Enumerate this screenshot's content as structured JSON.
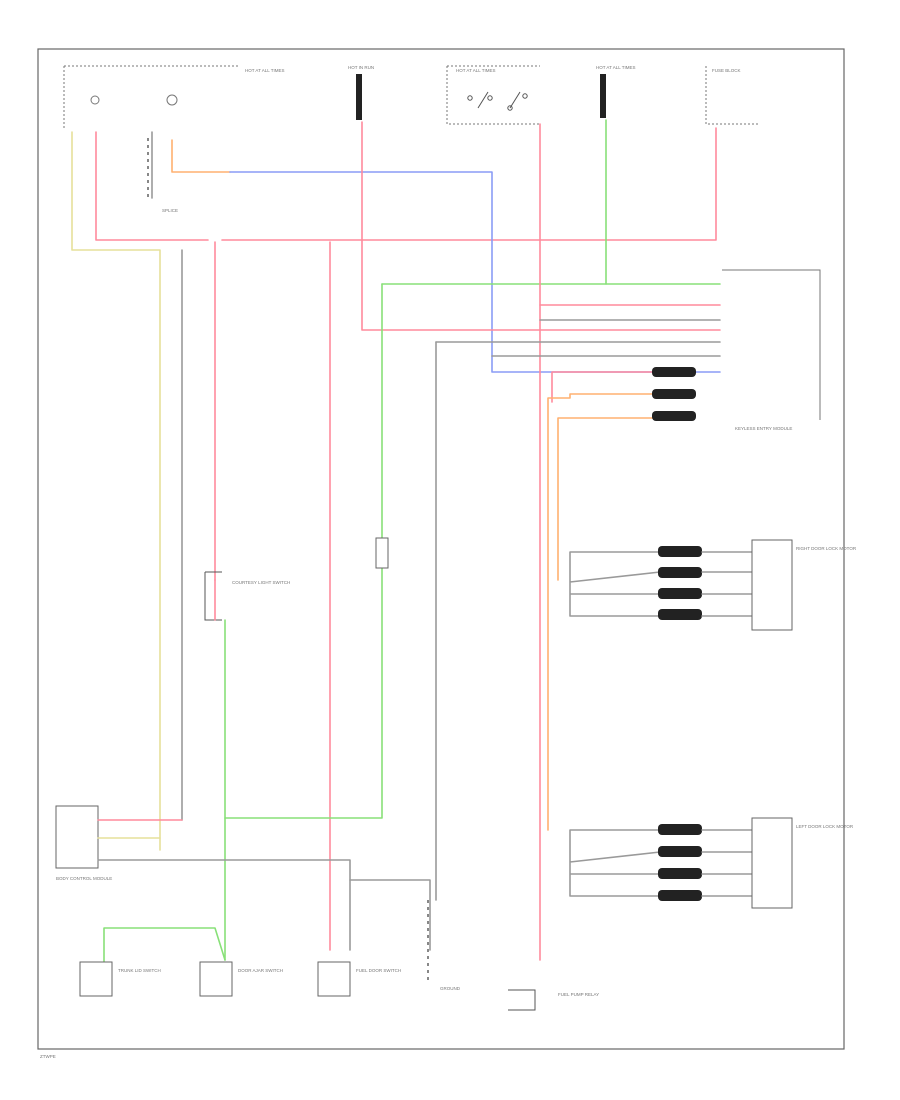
{
  "diagram": {
    "corner_label": "ZTWPE",
    "top_components": [
      {
        "id": "hot-at-all-times-left",
        "label": "HOT AT ALL TIMES"
      },
      {
        "id": "hot-in-run",
        "label": "HOT IN RUN"
      },
      {
        "id": "hot-at-all-times-center",
        "label": "HOT AT ALL TIMES"
      },
      {
        "id": "hot-at-all-times-right",
        "label": "HOT AT ALL TIMES"
      },
      {
        "id": "fuse-block",
        "label": "FUSE BLOCK"
      }
    ],
    "left_components": [
      {
        "id": "splice",
        "label": "SPLICE"
      },
      {
        "id": "courtesy-switch",
        "label": "COURTESY LIGHT SWITCH"
      },
      {
        "id": "body-control-module",
        "label": "BODY CONTROL MODULE"
      }
    ],
    "bottom_components": [
      {
        "id": "trunk-lid-switch",
        "label": "TRUNK LID SWITCH"
      },
      {
        "id": "door-ajar-switch-left",
        "label": "DOOR AJAR SWITCH"
      },
      {
        "id": "fuel-door-switch",
        "label": "FUEL DOOR SWITCH"
      },
      {
        "id": "ground",
        "label": "GROUND"
      },
      {
        "id": "fuel-pump-relay",
        "label": "FUEL PUMP RELAY"
      }
    ],
    "right_components": [
      {
        "id": "keyless-module",
        "label": "KEYLESS ENTRY MODULE"
      },
      {
        "id": "right-door-lock-motor",
        "label": "RIGHT DOOR LOCK MOTOR"
      },
      {
        "id": "left-door-lock-motor",
        "label": "LEFT DOOR LOCK MOTOR"
      }
    ]
  }
}
